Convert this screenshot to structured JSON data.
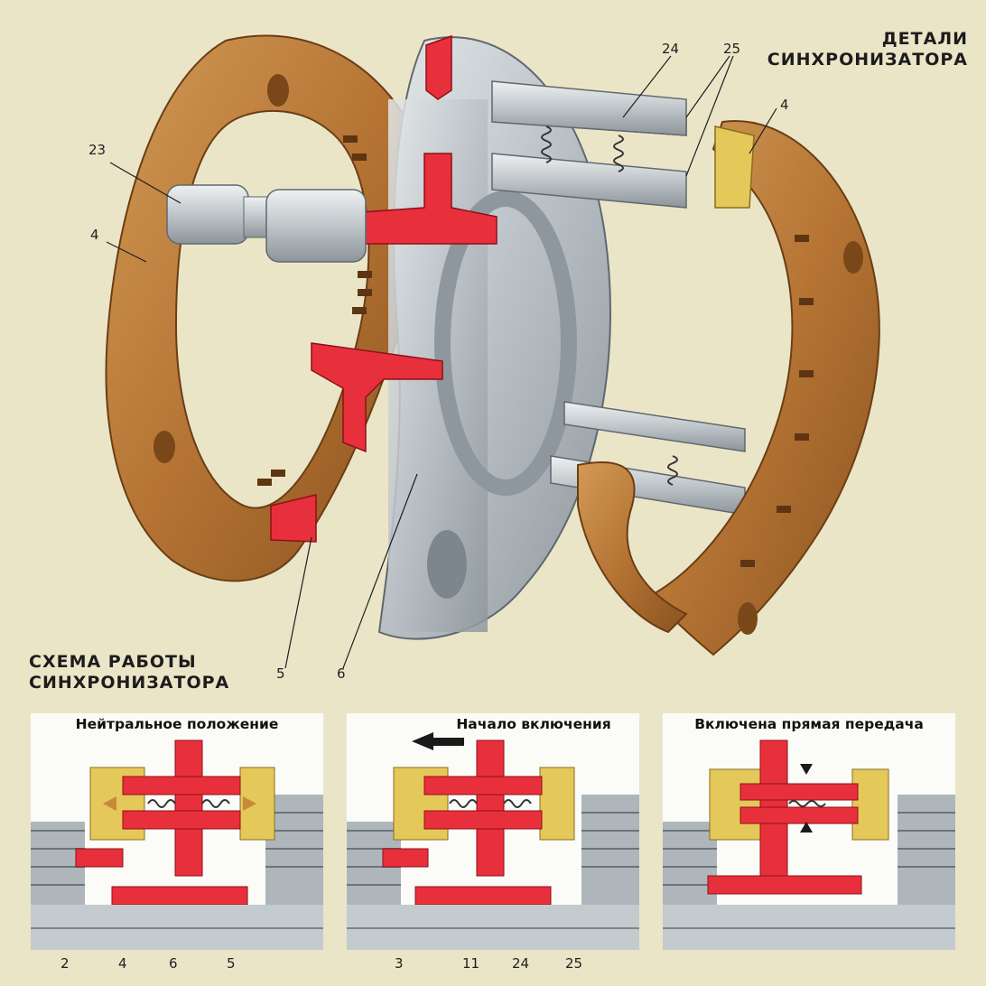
{
  "title_parts": "ДЕТАЛИ\nСИНХРОНИЗАТОРА",
  "title_scheme": "СХЕМА РАБОТЫ\nСИНХРОНИЗАТОРА",
  "callouts": {
    "c24": "24",
    "c25": "25",
    "c4_right": "4",
    "c23": "23",
    "c4_left": "4",
    "c5": "5",
    "c6": "6"
  },
  "panels": {
    "neutral": "Нейтральное положение",
    "start": "Начало включения",
    "engaged": "Включена прямая передача"
  },
  "bottom_labels": {
    "b2": "2",
    "b4": "4",
    "b6": "6",
    "b5": "5",
    "b3": "3",
    "b11": "11",
    "b24": "24",
    "b25": "25"
  },
  "colors": {
    "background": "#ebe5c8",
    "bronze": "#b97a3a",
    "red": "#e8303c",
    "steel": "#c2c8cc",
    "yellow": "#e5c85a"
  }
}
